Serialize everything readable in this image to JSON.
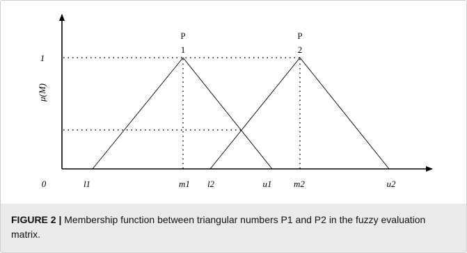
{
  "labels": {
    "point1_letter": "P",
    "point1_index": "1",
    "point2_letter": "P",
    "point2_index": "2",
    "y_one": "1",
    "y_axis": "μ(M)",
    "origin": "0",
    "l1": "l1",
    "m1": "m1",
    "l2": "l2",
    "u1": "u1",
    "m2": "m2",
    "u2": "u2"
  },
  "caption": {
    "lead": "FIGURE 2 |",
    "text": " Membership function between triangular numbers P1 and P2 in the fuzzy evaluation matrix."
  },
  "colors": {
    "line": "#000000",
    "caption_bg": "#eaeaea"
  }
}
